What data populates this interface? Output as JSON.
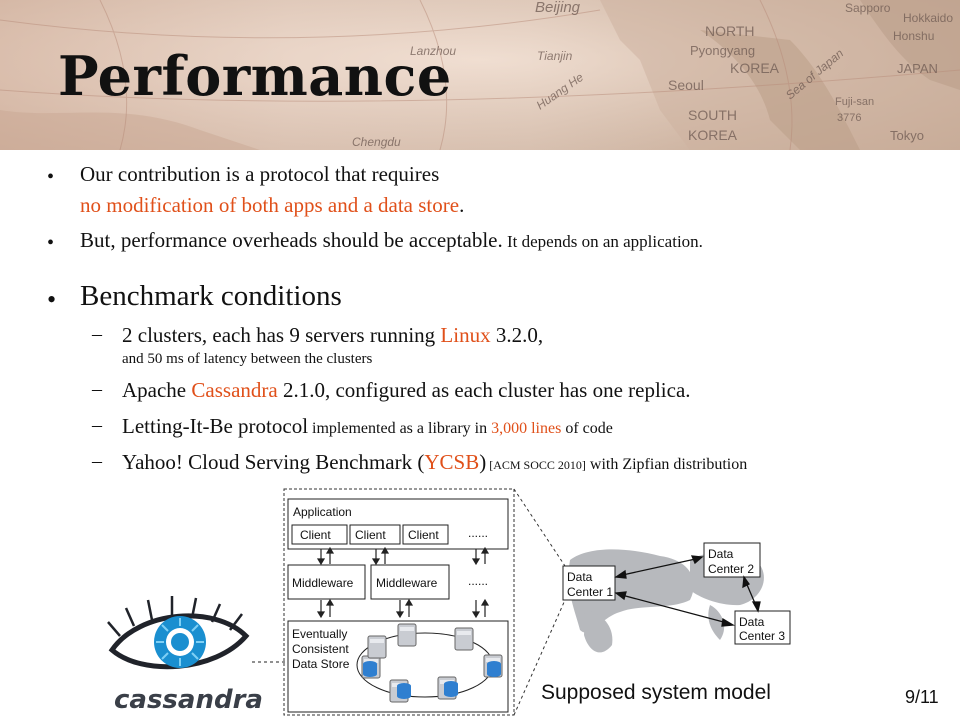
{
  "slide": {
    "title": "Performance",
    "page": "9/11"
  },
  "bullets": {
    "b1_l1": "Our contribution is a protocol that requires",
    "b1_l2a": "no modification",
    "b1_l2b": " of both apps and a data store",
    "b1_l2c": ".",
    "b2_a": "But, performance overheads should be acceptable.",
    "b2_b": " It depends on an application.",
    "b3": "Benchmark conditions",
    "s1_a": "2 clusters, each has 9 servers running ",
    "s1_b": "Linux",
    "s1_c": " 3.2.0,",
    "s1_l2": "and 50 ms of latency between the clusters",
    "s2_a": "Apache ",
    "s2_b": "Cassandra",
    "s2_c": " 2.1.0, configured as each cluster has one replica.",
    "s3_a": "Letting-It-Be protocol",
    "s3_b": " implemented as a library in ",
    "s3_c": "3,000 lines",
    "s3_d": " of code",
    "s4_a": "Yahoo! Cloud Serving Benchmark (",
    "s4_b": "YCSB",
    "s4_c": ")",
    "s4_d": " [ACM SOCC 2010]",
    "s4_e": " with Zipfian distribution",
    "dash": "–",
    "dot": "•"
  },
  "banner_labels": {
    "beijing": "Beijing",
    "north": "NORTH",
    "pyongyang": "Pyongyang",
    "korea1": "KOREA",
    "seoul": "Seoul",
    "south": "SOUTH",
    "korea2": "KOREA",
    "japan": "JAPAN",
    "honshu": "Honshu",
    "sapporo": "Sapporo",
    "hokkaido": "Hokkaido",
    "seaofjapan": "Sea of Japan",
    "fujisan": "Fuji-san",
    "fuji_elev": "3776",
    "tokyo": "Tokyo",
    "tianjin": "Tianjin",
    "lanzhou": "Lanzhou",
    "huanghe": "Huang He",
    "chengdu": "Chengdu"
  },
  "diagram": {
    "app_label": "Application",
    "client1": "Client",
    "client2": "Client",
    "client3": "Client",
    "dots1": "......",
    "mw1": "Middleware",
    "mw2": "Middleware",
    "dots2": "......",
    "store_l1": "Eventually",
    "store_l2": "Consistent",
    "store_l3": "Data Store",
    "dc1_l1": "Data",
    "dc1_l2": "Center 1",
    "dc2_l1": "Data",
    "dc2_l2": "Center 2",
    "dc3_l1": "Data",
    "dc3_l2": "Center 3",
    "caption": "Supposed system model",
    "logo": "cassandra"
  },
  "colors": {
    "accent": "#e0501a",
    "logo_blue": "#1a8fd0"
  }
}
